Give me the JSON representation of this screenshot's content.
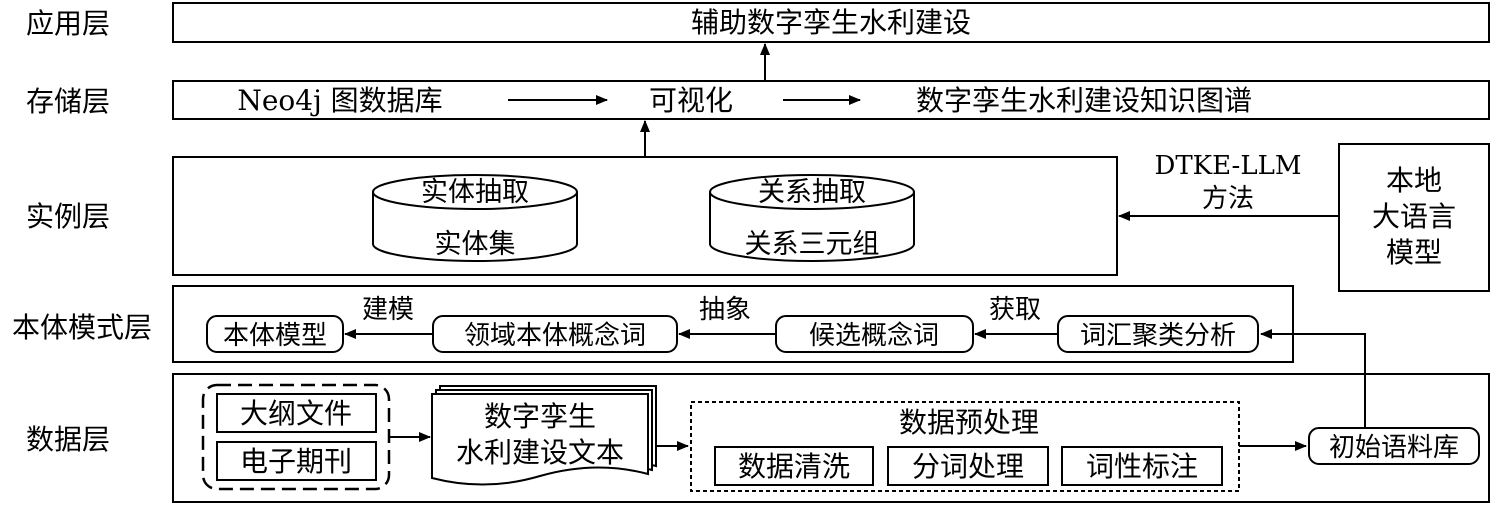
{
  "layers": {
    "application": "应用层",
    "storage": "存储层",
    "instance": "实例层",
    "ontology": "本体模式层",
    "data": "数据层"
  },
  "application": {
    "title": "辅助数字孪生水利建设"
  },
  "storage": {
    "db": "Neo4j 图数据库",
    "visual": "可视化",
    "kg": "数字孪生水利建设知识图谱"
  },
  "instance": {
    "entity_top": "实体抽取",
    "entity_bottom": "实体集",
    "relation_top": "关系抽取",
    "relation_bottom": "关系三元组",
    "method_line1": "DTKE-LLM",
    "method_line2": "方法"
  },
  "llm": {
    "line1": "本地",
    "line2": "大语言",
    "line3": "模型"
  },
  "ontology": {
    "model": "本体模型",
    "domain_words": "领域本体概念词",
    "candidates": "候选概念词",
    "clustering": "词汇聚类分析",
    "label_build": "建模",
    "label_abstract": "抽象",
    "label_acquire": "获取"
  },
  "data": {
    "outline": "大纲文件",
    "journal": "电子期刊",
    "text_line1": "数字孪生",
    "text_line2": "水利建设文本",
    "preprocess": "数据预处理",
    "clean": "数据清洗",
    "segment": "分词处理",
    "pos": "词性标注",
    "corpus": "初始语料库"
  }
}
